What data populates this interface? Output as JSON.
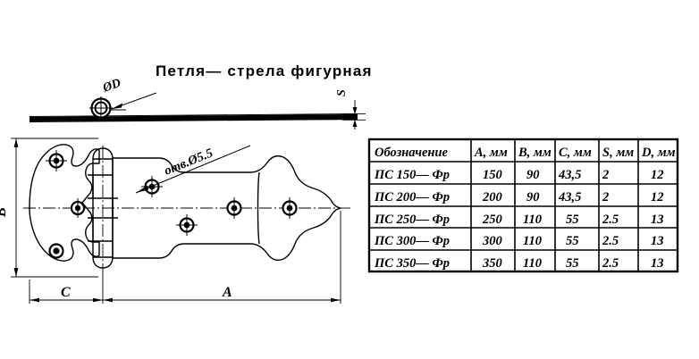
{
  "drawing": {
    "title": "Петля— стрела  фигурная",
    "callouts": {
      "pin_diameter": "ØD",
      "hole_note": "отв.Ø5.5",
      "thickness": "S"
    },
    "dimensions": {
      "height_label": "B",
      "leaf_width_label": "C",
      "overall_length_label": "A"
    }
  },
  "table": {
    "headers": [
      "Обозначение",
      "A, мм",
      "B, мм",
      "C, мм",
      "S, мм",
      "D, мм"
    ],
    "rows": [
      {
        "designation": "ПС 150— Фр",
        "a": "150",
        "b": "90",
        "c": "43,5",
        "s": "2",
        "d": "12"
      },
      {
        "designation": "ПС 200— Фр",
        "a": "200",
        "b": "90",
        "c": "43,5",
        "s": "2",
        "d": "12"
      },
      {
        "designation": "ПС 250— Фр",
        "a": "250",
        "b": "110",
        "c": "55",
        "s": "2.5",
        "d": "13"
      },
      {
        "designation": "ПС 300— Фр",
        "a": "300",
        "b": "110",
        "c": "55",
        "s": "2.5",
        "d": "13"
      },
      {
        "designation": "ПС 350— Фр",
        "a": "350",
        "b": "110",
        "c": "55",
        "s": "2.5",
        "d": "13"
      }
    ]
  },
  "colors": {
    "ink": "#000000",
    "paper": "#ffffff"
  }
}
